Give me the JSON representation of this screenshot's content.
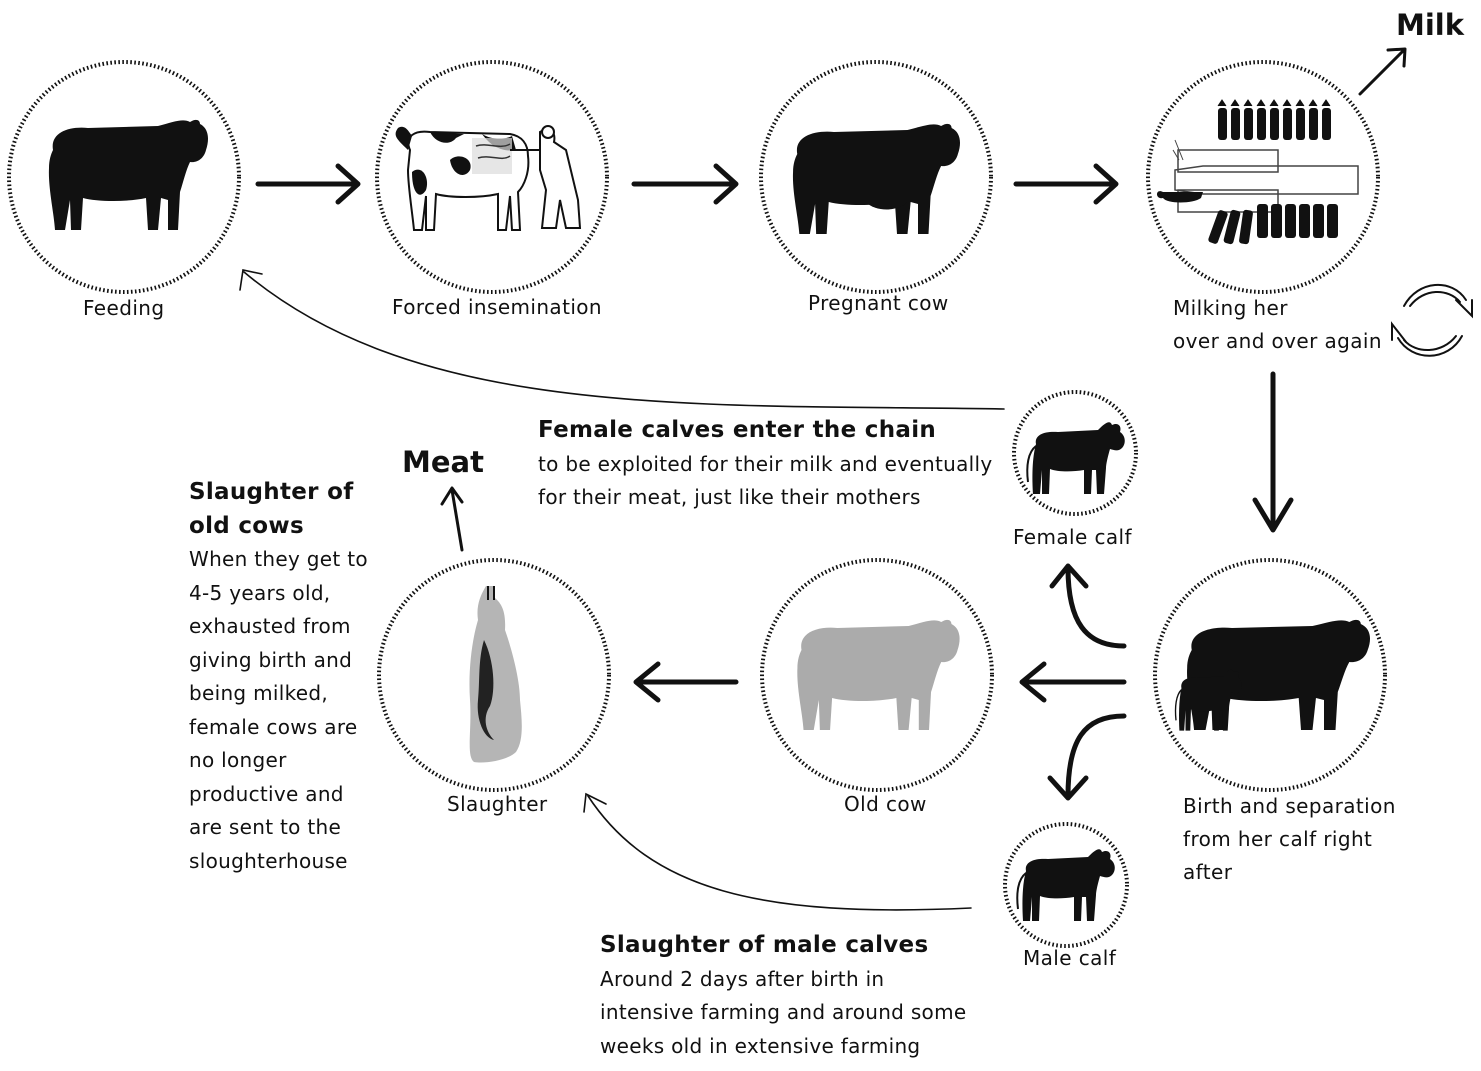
{
  "stages": {
    "feeding": "Feeding",
    "insemination": "Forced insemination",
    "pregnant": "Pregnant cow",
    "milking_line1": "Milking her",
    "milking_line2": "over and over again",
    "birth_line1": "Birth and separation",
    "birth_line2": "from her calf right",
    "birth_line3": "after",
    "old_cow": "Old cow",
    "slaughter": "Slaughter",
    "female_calf": "Female calf",
    "male_calf": "Male calf"
  },
  "outputs": {
    "milk": "Milk",
    "meat": "Meat"
  },
  "notes": {
    "female": {
      "title": "Female calves enter the chain",
      "lines": [
        "to be exploited for their milk and eventually",
        "for their meat, just like their mothers"
      ]
    },
    "old_cows": {
      "title_lines": [
        "Slaughter of",
        "old cows"
      ],
      "lines": [
        "When they get to",
        "4-5 years old,",
        "exhausted from",
        "giving birth and",
        "being milked,",
        "female cows are",
        "no longer",
        "productive and",
        "are sent to the",
        "sloughterhouse"
      ]
    },
    "male": {
      "title": "Slaughter of male calves",
      "lines": [
        "Around 2 days after birth in",
        "intensive farming and around some",
        "weeks old in extensive farming"
      ]
    }
  },
  "icons": [
    "cow-silhouette-icon",
    "insemination-illustration-icon",
    "pregnant-cow-icon",
    "milking-parlor-icon",
    "cow-and-calf-icon",
    "old-cow-icon",
    "carcass-icon",
    "female-calf-icon",
    "male-calf-icon",
    "cycle-arrows-icon"
  ],
  "colors": {
    "ink": "#111111",
    "old_cow_grey": "#ababab",
    "carcass_grey": "#b5b5b5"
  }
}
